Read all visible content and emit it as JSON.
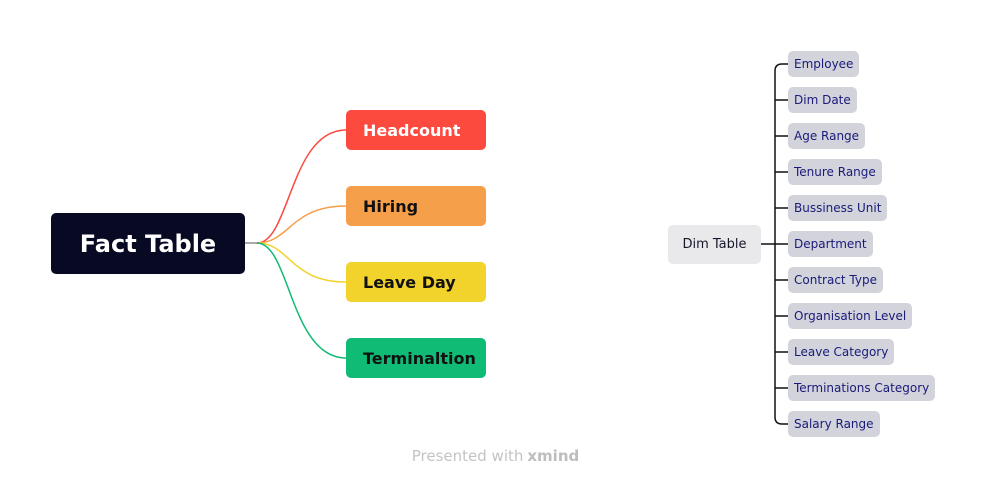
{
  "fact_table": {
    "label": "Fact Table",
    "children": [
      {
        "label": "Headcount",
        "color": "#fc4a3f",
        "text_color": "#ffffff"
      },
      {
        "label": "Hiring",
        "color": "#f69f4b",
        "text_color": "#111111"
      },
      {
        "label": "Leave Day",
        "color": "#f1d32b",
        "text_color": "#111111"
      },
      {
        "label": "Terminaltion",
        "color": "#10bb75",
        "text_color": "#111111"
      }
    ]
  },
  "dim_table": {
    "label": "Dim Table",
    "children": [
      {
        "label": "Employee"
      },
      {
        "label": "Dim Date"
      },
      {
        "label": "Age Range"
      },
      {
        "label": "Tenure Range"
      },
      {
        "label": "Bussiness Unit"
      },
      {
        "label": "Department"
      },
      {
        "label": "Contract Type"
      },
      {
        "label": "Organisation Level"
      },
      {
        "label": "Leave Category"
      },
      {
        "label": "Terminations Category"
      },
      {
        "label": "Salary Range"
      }
    ]
  },
  "footer": {
    "text": "Presented with",
    "brand": "xmind"
  }
}
